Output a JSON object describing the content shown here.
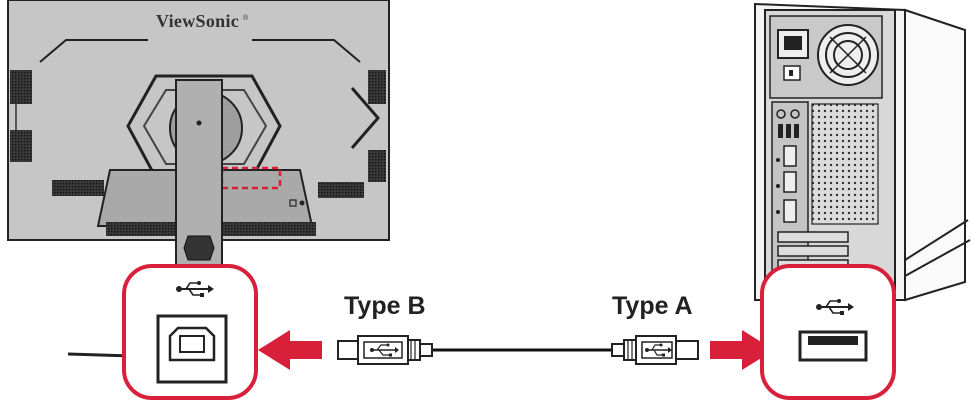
{
  "labels": {
    "type_b": "Type B",
    "type_a": "Type A"
  },
  "monitor": {
    "brand": "ViewSonic"
  },
  "colors": {
    "highlight_red": "#d8203a",
    "monitor_gray": "#c6c6c6",
    "outline": "#222222",
    "tower_gray": "#dcdcdc"
  },
  "icons": [
    "usb-icon",
    "usb-type-b-port-icon",
    "usb-type-a-port-icon",
    "arrow-icon"
  ]
}
